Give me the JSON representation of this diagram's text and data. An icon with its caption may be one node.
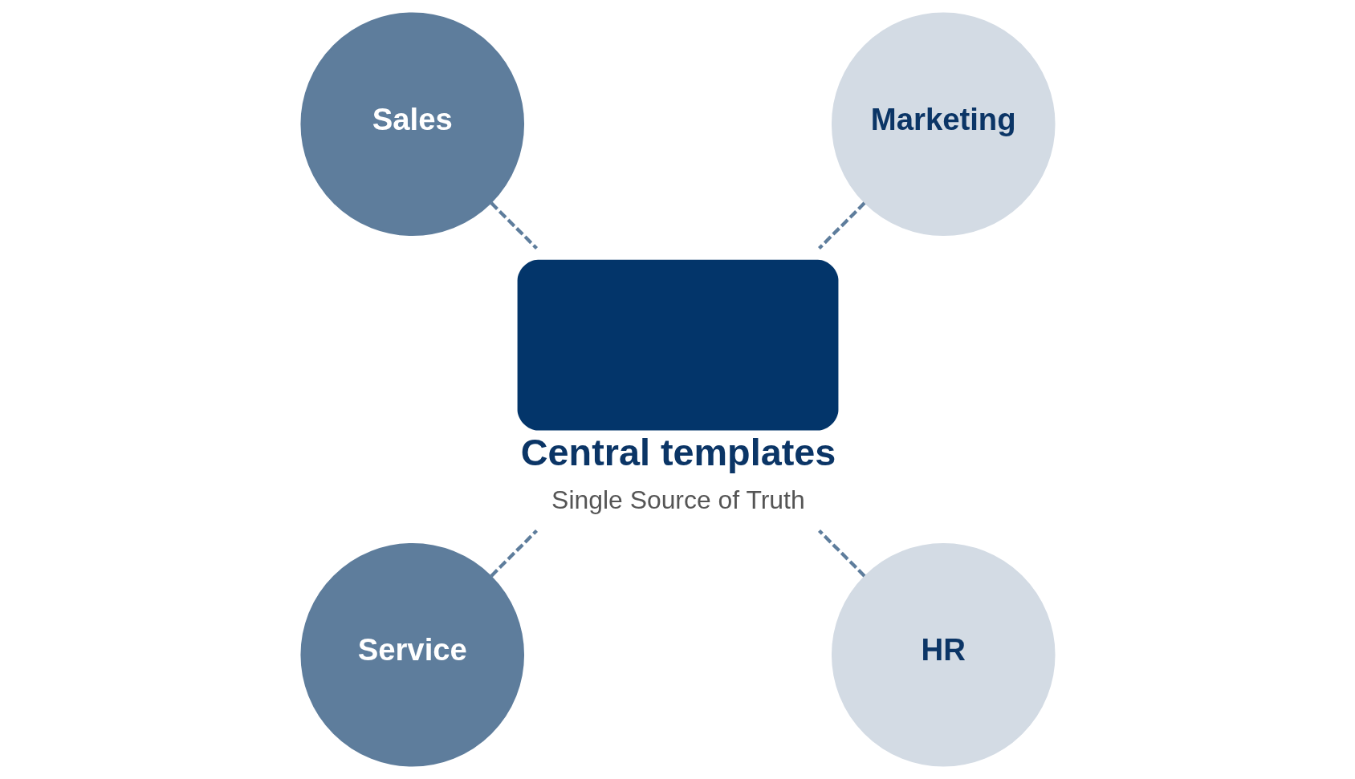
{
  "diagram": {
    "nodes": [
      {
        "text": [
          "Marketing"
        ]
      },
      {
        "text": [
          "Sales"
        ]
      },
      {
        "text": [
          "Central templates",
          "Single Source of Truth"
        ]
      },
      {
        "text": [
          "Service"
        ]
      },
      {
        "text": [
          "HR"
        ]
      }
    ],
    "edges": [
      {
        "from": 0,
        "to": 2,
        "arrow": "none",
        "style": "dashed"
      },
      {
        "from": 1,
        "to": 2,
        "arrow": "none",
        "style": "dashed"
      },
      {
        "from": 3,
        "to": 2,
        "arrow": "none",
        "style": "dashed"
      },
      {
        "from": 4,
        "to": 2,
        "arrow": "none",
        "style": "dashed"
      }
    ]
  }
}
